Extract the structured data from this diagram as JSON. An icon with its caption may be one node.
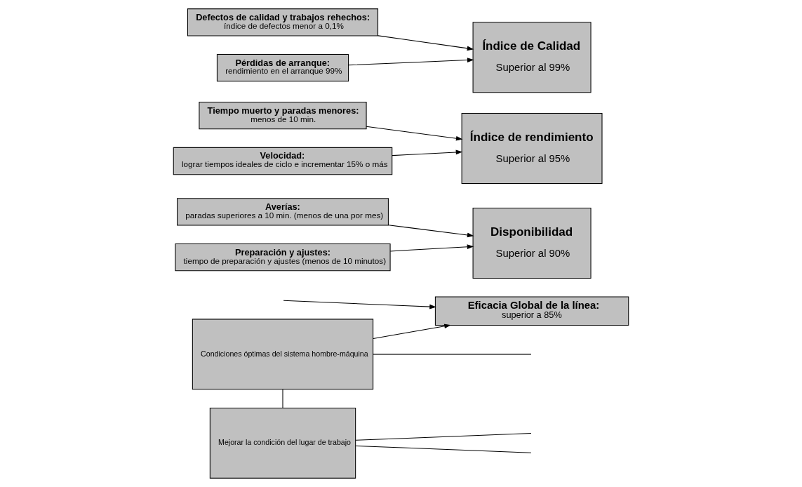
{
  "diagram": {
    "nodes": [
      {
        "text": [
          "Eficacia Global de la línea:",
          "superior a 85%"
        ]
      },
      {
        "text": [
          "Averías:",
          "paradas superiores a 10 min. (menos de una por mes)"
        ]
      },
      {
        "text": [
          "Preparación y ajustes:",
          "tiempo de preparación y ajustes (menos de 10 minutos)"
        ]
      },
      {
        "text": [
          "Disponibilidad",
          "Superior al 90%"
        ]
      },
      {
        "text": [
          "Tiempo muerto y paradas menores:",
          "menos de 10 min."
        ]
      },
      {
        "text": [
          "Velocidad:",
          "lograr tiempos ideales de ciclo e incrementar 15% o más"
        ]
      },
      {
        "text": [
          "Índice de rendimiento",
          "Superior al 95%"
        ]
      },
      {
        "text": [
          "Defectos de calidad y trabajos rehechos:",
          "índice de defectos menor a 0,1%"
        ]
      },
      {
        "text": [
          "Pérdidas de arranque:",
          "rendimiento en el arranque 99%"
        ]
      },
      {
        "text": [
          "Índice de Calidad",
          "Superior al 99%"
        ]
      },
      {
        "text": [
          "Condiciones óptimas del sistema hombre-máquina"
        ]
      },
      {
        "text": [
          "Mejorar la condición del lugar de trabajo"
        ]
      }
    ],
    "edges": [
      {
        "from": null,
        "to": 0,
        "arrow": "to"
      },
      {
        "from": 10,
        "to": 0,
        "arrow": "to"
      },
      {
        "from": 1,
        "to": 3,
        "arrow": "to"
      },
      {
        "from": 2,
        "to": 3,
        "arrow": "to"
      },
      {
        "from": 4,
        "to": 6,
        "arrow": "to"
      },
      {
        "from": 5,
        "to": 6,
        "arrow": "to"
      },
      {
        "from": 7,
        "to": 9,
        "arrow": "to"
      },
      {
        "from": 8,
        "to": 9,
        "arrow": "to"
      },
      {
        "from": 10,
        "to": 11,
        "arrow": "none"
      },
      {
        "from": 10,
        "to": null,
        "arrow": "none"
      },
      {
        "from": 11,
        "to": null,
        "arrow": "none"
      },
      {
        "from": 11,
        "to": null,
        "arrow": "none"
      }
    ]
  }
}
